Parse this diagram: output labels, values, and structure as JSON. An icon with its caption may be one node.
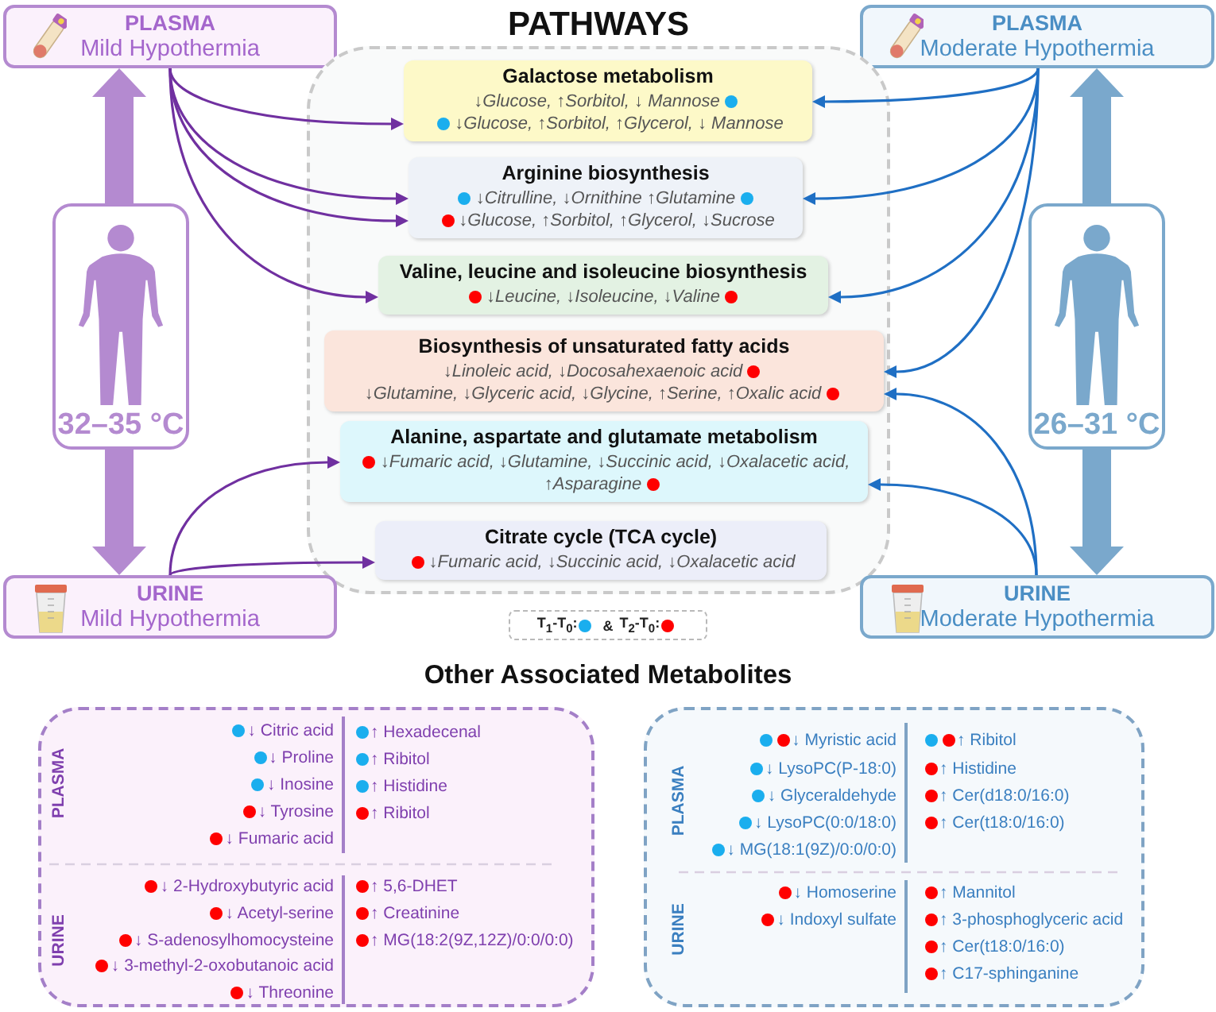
{
  "diagram": {
    "nodes": [
      {
        "text": [
          "PLASMA",
          "Mild Hypothermia"
        ]
      },
      {
        "text": [
          "PLASMA",
          "Moderate Hypothermia"
        ]
      },
      {
        "text": [
          "PATHWAYS"
        ]
      },
      {
        "text": [
          "Galactose metabolism",
          "↓Glucose, ↑Sorbitol, ↓ Mannose",
          "↓Glucose, ↑Sorbitol, ↑Glycerol, ↓ Mannose"
        ],
        "in": 2
      },
      {
        "text": [
          "Arginine biosynthesis",
          "↓Citrulline, ↓Ornithine ↑Glutamine",
          "↓Glucose, ↑Sorbitol, ↑Glycerol, ↓Sucrose"
        ],
        "in": 2
      },
      {
        "text": [
          "Valine, leucine and isoleucine biosynthesis",
          "↓Leucine, ↓Isoleucine, ↓Valine"
        ],
        "in": 2
      },
      {
        "text": [
          "Biosynthesis of unsaturated fatty acids",
          "↓Linoleic acid, ↓Docosahexaenoic acid",
          "↓Glutamine, ↓Glyceric acid, ↓Glycine, ↑Serine, ↑Oxalic acid"
        ],
        "in": 2
      },
      {
        "text": [
          "Alanine, aspartate and glutamate metabolism",
          "↓Fumaric acid, ↓Glutamine, ↓Succinic acid, ↓Oxalacetic acid, ↑Asparagine"
        ],
        "in": 2
      },
      {
        "text": [
          "Citrate cycle (TCA cycle)",
          "↓Fumaric acid, ↓Succinic acid, ↓Oxalacetic acid"
        ],
        "in": 2
      },
      {
        "text": [
          "32–35 °C"
        ]
      },
      {
        "text": [
          "26–31 °C"
        ]
      },
      {
        "text": [
          "URINE",
          "Mild Hypothermia"
        ]
      },
      {
        "text": [
          "URINE",
          "Moderate Hypothermia"
        ]
      },
      {
        "text": [
          "PLASMA",
          "↓ Citric acid",
          "↓ Proline",
          "↓ Inosine",
          "↓ Tyrosine",
          "↓ Fumaric acid",
          "↑ Hexadecenal",
          "↑ Ribitol",
          "↑ Histidine",
          "↑ Ribitol",
          "URINE",
          "↓ 2-Hydroxybutyric acid",
          "↓ Acetyl-serine",
          "↓ S-adenosylhomocysteine",
          "↓ 3-methyl-2-oxobutanoic acid",
          "↓ Threonine",
          "↑ 5,6-DHET",
          "↑ Creatinine",
          "↑ MG(18:2(9Z,12Z)/0:0/0:0)"
        ]
      },
      {
        "text": [
          "PLASMA",
          "↓ Myristic acid",
          "↓ LysoPC(P-18:0)",
          "↓ Glyceraldehyde",
          "↓ LysoPC(0:0/18:0)",
          "↓ MG(18:1(9Z)/0:0/0:0)",
          "↑ Ribitol",
          "↑ Histidine",
          "↑ Cer(d18:0/16:0)",
          "↑ Cer(t18:0/16:0)",
          "URINE",
          "↓ Homoserine",
          "↓ Indoxyl sulfate",
          "↑ Mannitol",
          "↑ 3-phosphoglyceric acid",
          "↑ Cer(t18:0/16:0)",
          "↑ C17-sphinganine"
        ]
      }
    ],
    "edges": [
      {
        "from": 0,
        "to": 3,
        "arrow": "to",
        "color": "#7030a0"
      },
      {
        "from": 0,
        "to": 4,
        "arrow": "to",
        "color": "#7030a0"
      },
      {
        "from": 0,
        "to": 4,
        "arrow": "to",
        "color": "#7030a0"
      },
      {
        "from": 0,
        "to": 5,
        "arrow": "to",
        "color": "#7030a0"
      },
      {
        "from": 1,
        "to": 3,
        "arrow": "to",
        "color": "#1f6fc4"
      },
      {
        "from": 1,
        "to": 4,
        "arrow": "to",
        "color": "#1f6fc4"
      },
      {
        "from": 1,
        "to": 5,
        "arrow": "to",
        "color": "#1f6fc4"
      },
      {
        "from": 1,
        "to": 6,
        "arrow": "to",
        "color": "#1f6fc4"
      },
      {
        "from": 11,
        "to": 7,
        "arrow": "to",
        "color": "#7030a0"
      },
      {
        "from": 11,
        "to": 8,
        "arrow": "to",
        "color": "#7030a0"
      },
      {
        "from": 12,
        "to": 6,
        "arrow": "to",
        "color": "#1f6fc4"
      },
      {
        "from": 12,
        "to": 7,
        "arrow": "to",
        "color": "#1f6fc4"
      },
      {
        "from": 9,
        "to": 0,
        "arrow": "to",
        "style": "thick",
        "color": "#b48ad0"
      },
      {
        "from": 9,
        "to": 11,
        "arrow": "to",
        "style": "thick",
        "color": "#b48ad0"
      },
      {
        "from": 10,
        "to": 1,
        "arrow": "to",
        "style": "thick",
        "color": "#7aa8cc"
      },
      {
        "from": 10,
        "to": 12,
        "arrow": "to",
        "style": "thick",
        "color": "#7aa8cc"
      }
    ],
    "labels": [
      "&",
      "Other Associated Metabolites"
    ],
    "legend": [
      {
        "text": "T$_{1}$-T$_{0}$:",
        "color": "#1aaeee"
      },
      {
        "text": "T$_{2}$-T$_{0}$:",
        "color": "#ff0000"
      }
    ]
  }
}
